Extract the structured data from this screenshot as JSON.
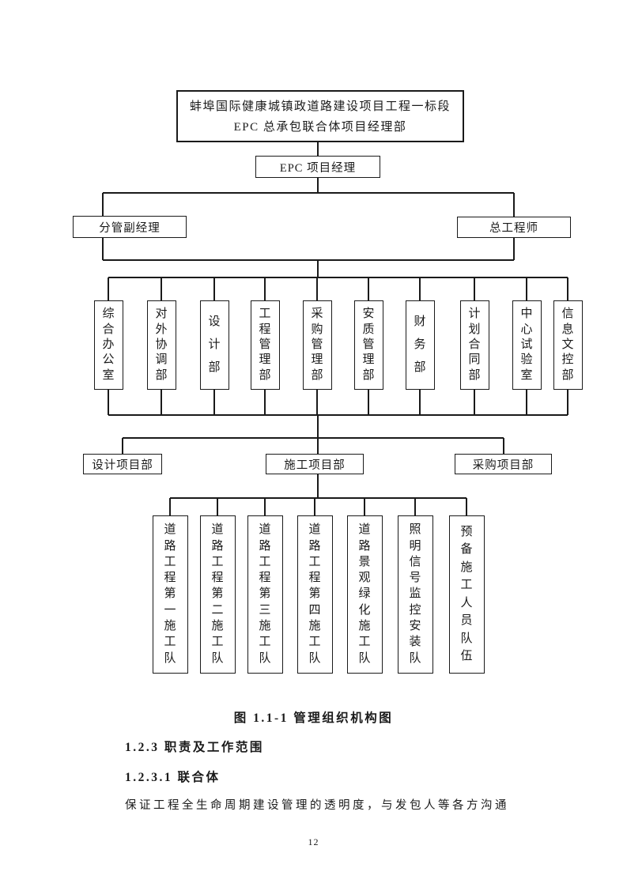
{
  "colors": {
    "text": "#1a1a1a",
    "line": "#1a1a1a",
    "background": "#ffffff"
  },
  "org_chart": {
    "top_box": {
      "line1": "蚌埠国际健康城镇政道路建设项目工程一标段",
      "line2": "EPC 总承包联合体项目经理部"
    },
    "epc_manager": "EPC 项目经理",
    "deputy_manager": "分管副经理",
    "chief_engineer": "总工程师",
    "departments": [
      "综合办公室",
      "对外协调部",
      "设计部",
      "工程管理部",
      "采购管理部",
      "安质管理部",
      "财务部",
      "计划合同部",
      "中心试验室",
      "信息文控部"
    ],
    "project_departments": [
      "设计项目部",
      "施工项目部",
      "采购项目部"
    ],
    "teams": [
      "道路工程第一施工队",
      "道路工程第二施工队",
      "道路工程第三施工队",
      "道路工程第四施工队",
      "道路景观绿化施工队",
      "照明信号监控安装队",
      "预备施工人员队伍"
    ]
  },
  "caption": "图 1.1-1 管理组织机构图",
  "sections": {
    "heading_1": "1.2.3 职责及工作范围",
    "heading_2": "1.2.3.1 联合体",
    "body_text": "保证工程全生命周期建设管理的透明度，与发包人等各方沟通"
  },
  "page": {
    "number": "12"
  }
}
